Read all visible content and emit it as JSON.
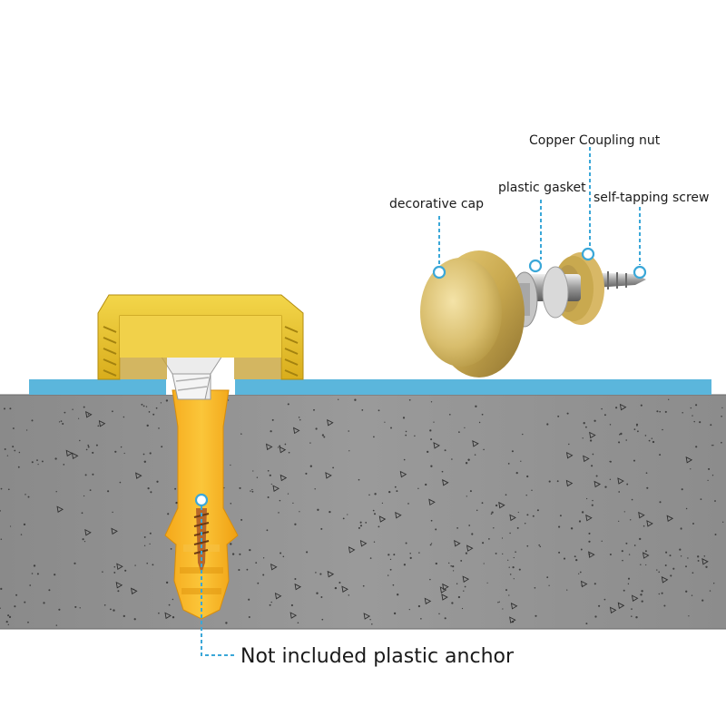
{
  "labels": {
    "copper_coupling_nut": "Copper Coupling nut",
    "plastic_gasket": "plastic gasket",
    "decorative_cap": "decorative cap",
    "self_tapping_screw": "self-tapping screw",
    "plastic_anchor": "Not included plastic anchor"
  },
  "colors": {
    "glass_panel": "#5bb6dc",
    "concrete": "#8e8e8e",
    "brass": "#e7c22d",
    "anchor": "#f6b51c",
    "leader": "#3aa7d8"
  }
}
